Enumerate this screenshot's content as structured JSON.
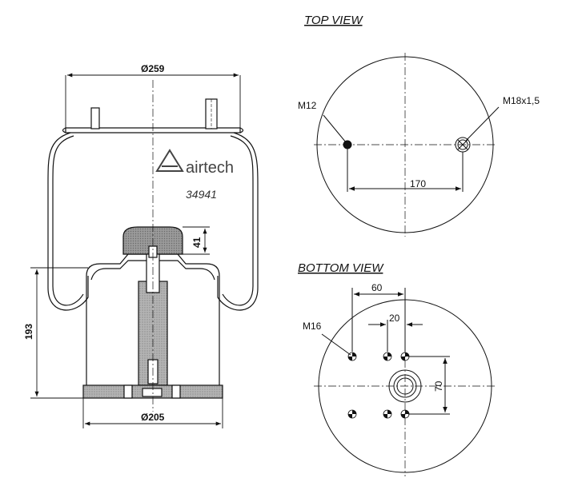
{
  "side_view": {
    "top_diameter": "Ø259",
    "bottom_diameter": "Ø205",
    "height": "193",
    "cap_height": "41",
    "brand": "airtech",
    "part_number": "34941"
  },
  "top_view": {
    "title": "TOP VIEW",
    "left_thread": "M12",
    "right_thread": "M18x1,5",
    "spacing": "170"
  },
  "bottom_view": {
    "title": "BOTTOM VIEW",
    "thread": "M16",
    "offset_outer": "60",
    "offset_inner": "20",
    "vertical_spacing": "70"
  },
  "colors": {
    "line": "#111111",
    "brand": "#444444",
    "hatch": "#9a9a9a",
    "cap": "#8c8c8c"
  }
}
